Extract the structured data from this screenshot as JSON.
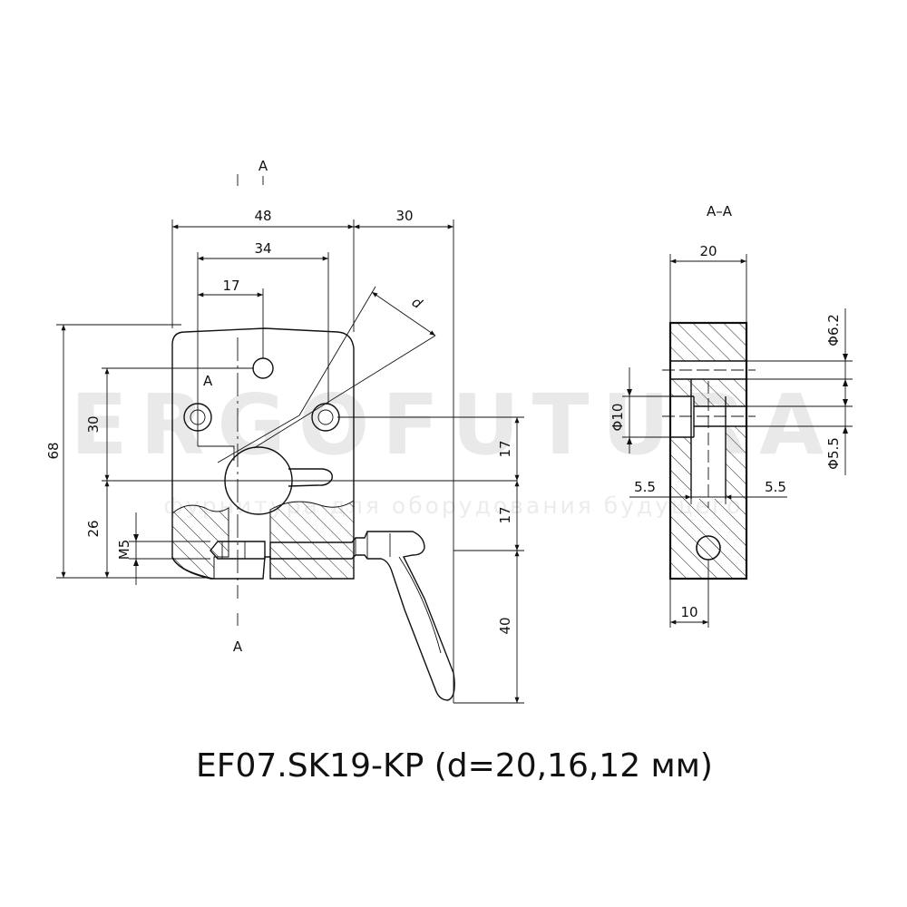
{
  "watermark": {
    "brand": "ERGOFUTURA",
    "tagline": "фурнитура для оборудования будущего"
  },
  "section_marks": {
    "top": "A",
    "bottom": "A",
    "inner": "A",
    "section_title": "A–A"
  },
  "dimensions": {
    "front": {
      "width_48": "48",
      "width_30": "30",
      "width_34": "34",
      "width_17": "17",
      "diameter_d": "d",
      "height_68": "68",
      "height_30": "30",
      "height_26": "26",
      "thread_m5": "M5",
      "right_17_upper": "17",
      "right_17_lower": "17",
      "lever_40": "40"
    },
    "section": {
      "width_20": "20",
      "dia_6_2": "Φ6.2",
      "dia_10": "Φ10",
      "dia_5_5": "Φ5.5",
      "offset_left_5_5": "5.5",
      "offset_right_5_5": "5.5",
      "bottom_10": "10"
    }
  },
  "caption": "EF07.SK19-KP (d=20,16,12 мм)"
}
